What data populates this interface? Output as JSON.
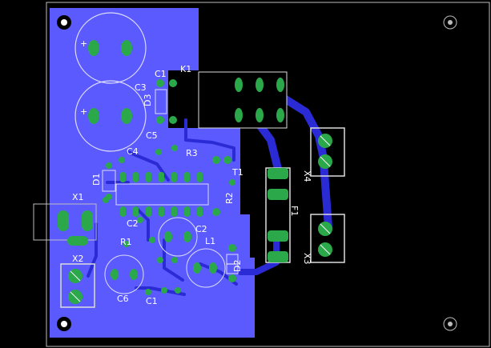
{
  "colors": {
    "background": "#000000",
    "copper_pour": "#5a5aff",
    "trace": "#2b2bd6",
    "pad": "#2aa84a",
    "silkscreen": "#ffffff",
    "outline": "#bdbdbd"
  },
  "labels": {
    "c1_top": "C1",
    "c3": "C3",
    "k1": "K1",
    "d3": "D3",
    "c5": "C5",
    "c4": "C4",
    "r3": "R3",
    "t1": "T1",
    "d1": "D1",
    "r2": "R2",
    "x1": "X1",
    "c2_small": "C2",
    "c2": "C2",
    "r1": "R1",
    "l1": "L1",
    "d2": "D2",
    "x2": "X2",
    "c6": "C6",
    "c1_bottom": "C1",
    "x4": "X4",
    "x3": "X3",
    "f1": "F1"
  },
  "icons": [
    "mounting-hole-icon",
    "mounting-hole-icon",
    "mounting-hole-icon",
    "mounting-hole-icon"
  ]
}
